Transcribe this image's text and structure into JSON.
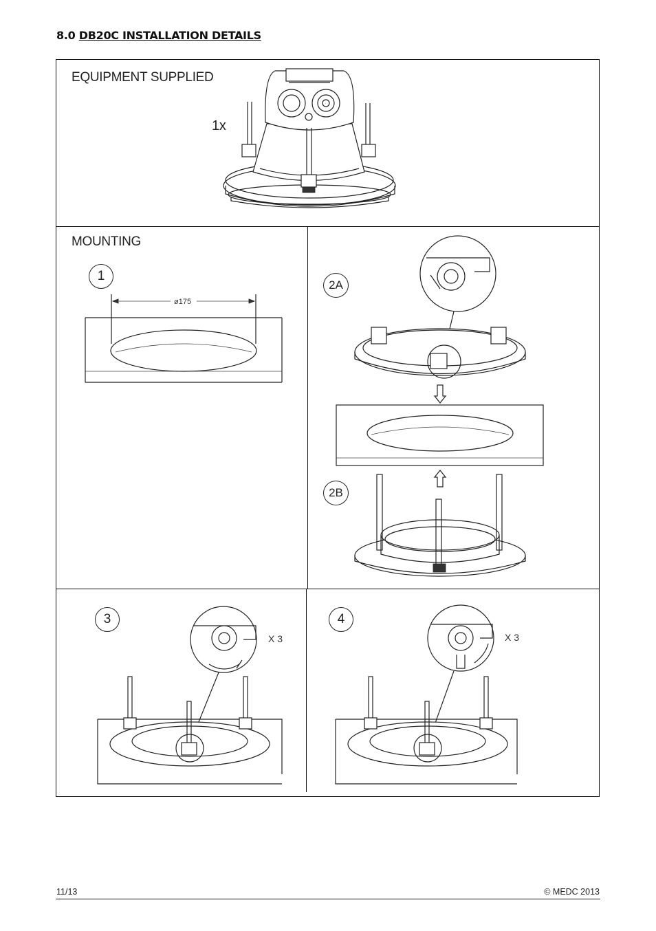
{
  "heading": {
    "number": "8.0",
    "title": "DB20C INSTALLATION DETAILS"
  },
  "equipment": {
    "label": "EQUIPMENT SUPPLIED",
    "quantity": "1x"
  },
  "mounting": {
    "label": "MOUNTING"
  },
  "steps": {
    "s1": "1",
    "s1_dimension": "ø175",
    "s2a": "2A",
    "s2b": "2B",
    "s3": "3",
    "s3_qty": "X 3",
    "s4": "4",
    "s4_qty": "X 3"
  },
  "footer": {
    "page": "11/13",
    "copyright": "© MEDC 2013"
  }
}
